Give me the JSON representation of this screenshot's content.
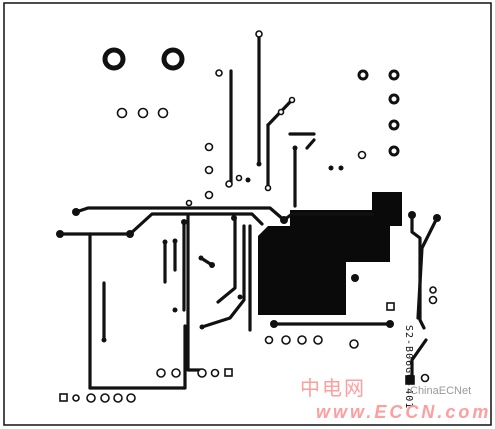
{
  "board_label": "S2-B06G0-401",
  "watermark": {
    "cn_text": "中电网",
    "en_text": "ChinaECNet",
    "url_text": "www.ECCN.com"
  },
  "colors": {
    "background": "#ffffff",
    "trace": "#111111",
    "copper_fill": "#0a0a0a",
    "watermark_red": "#ff9e9e",
    "watermark_gray": "#9a9a9a"
  }
}
